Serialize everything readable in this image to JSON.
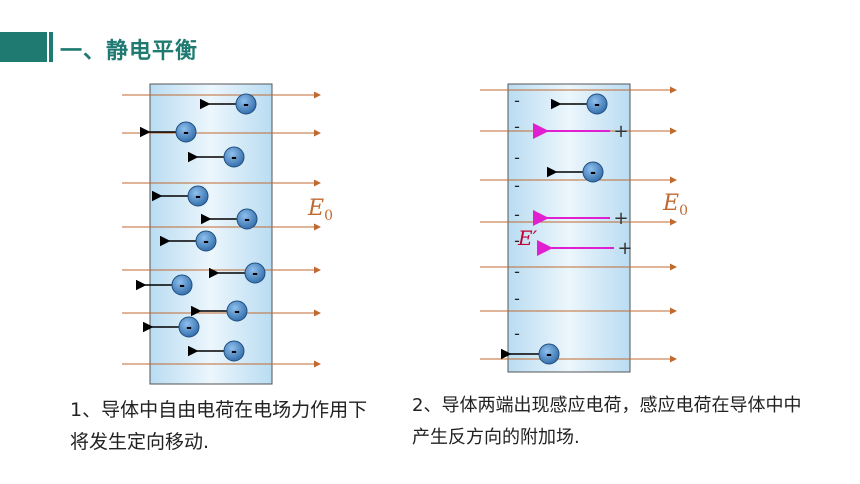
{
  "header": {
    "title": "一、静电平衡"
  },
  "figure1": {
    "field_label": "E",
    "field_sub": "0"
  },
  "figure2": {
    "field_label": "E",
    "field_sub": "0",
    "induced_label": "E′",
    "minus_sign": "-",
    "plus_sign": "+"
  },
  "electron_symbol": "-",
  "captions": {
    "left": "1、导体中自由电荷在电场力作用下将发生定向移动.",
    "right": "2、导体两端出现感应电荷，感应电荷在导体中中产生反方向的附加场."
  },
  "colors": {
    "accent": "#1f7a72",
    "field_line": "#c06a30",
    "induced_arrow": "#e020d0",
    "electron_fill": "#4a86c8",
    "conductor_fill": "#cfe6f5"
  }
}
